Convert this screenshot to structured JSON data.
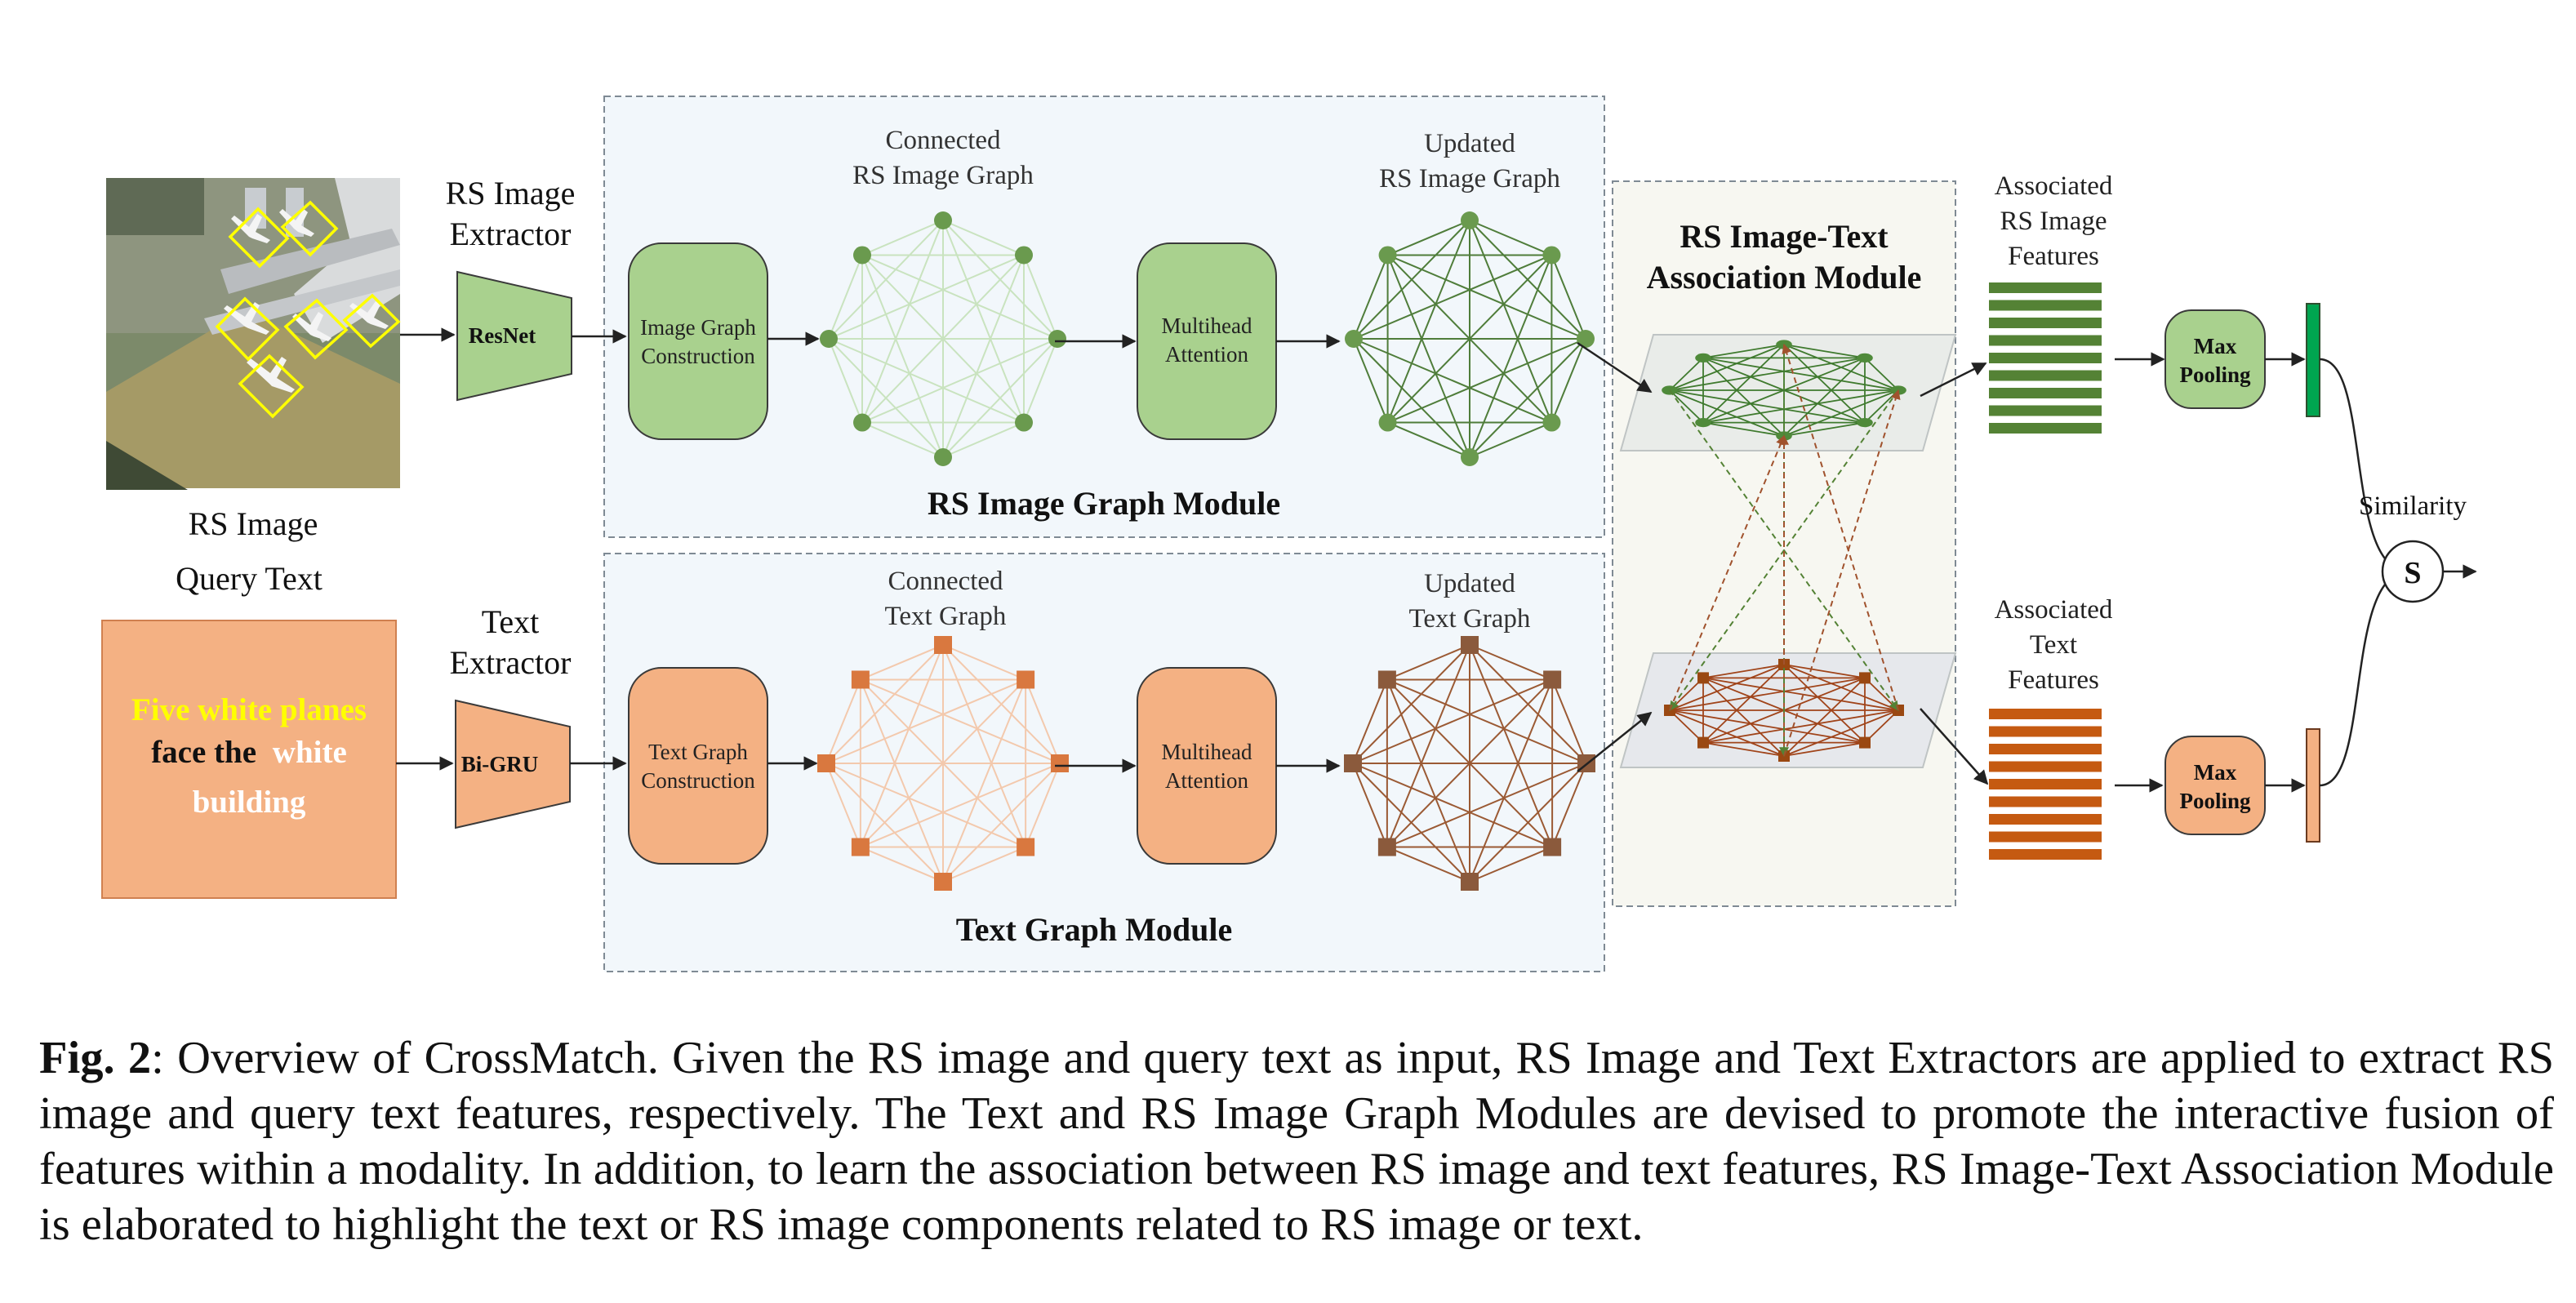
{
  "figure": {
    "rs_image": {
      "label": "RS Image",
      "thumbnail_description_icon": "aerial-airport-photo"
    },
    "query_text": {
      "label": "Query Text",
      "sentence": {
        "line1": "Five white planes",
        "line2a": "face the",
        "line2b": "white",
        "line3": "building"
      }
    },
    "image_extractor": {
      "title_line1": "RS Image",
      "title_line2": "Extractor",
      "block": "ResNet"
    },
    "text_extractor": {
      "title_line1": "Text",
      "title_line2": "Extractor",
      "block": "Bi-GRU"
    },
    "image_graph_module": {
      "title": "RS Image Graph Module",
      "construction_line1": "Image Graph",
      "construction_line2": "Construction",
      "connected_line1": "Connected",
      "connected_line2": "RS Image Graph",
      "attention_line1": "Multihead",
      "attention_line2": "Attention",
      "updated_line1": "Updated",
      "updated_line2": "RS Image Graph"
    },
    "text_graph_module": {
      "title": "Text Graph Module",
      "construction_line1": "Text Graph",
      "construction_line2": "Construction",
      "connected_line1": "Connected",
      "connected_line2": "Text Graph",
      "attention_line1": "Multihead",
      "attention_line2": "Attention",
      "updated_line1": "Updated",
      "updated_line2": "Text Graph"
    },
    "association_module": {
      "title_line1": "RS Image-Text",
      "title_line2": "Association Module"
    },
    "image_features": {
      "line1": "Associated",
      "line2": "RS Image",
      "line3": "Features"
    },
    "text_features": {
      "line1": "Associated",
      "line2": "Text",
      "line3": "Features"
    },
    "pooling": {
      "line1": "Max",
      "line2": "Pooling"
    },
    "similarity": {
      "label": "Similarity",
      "symbol": "S"
    },
    "colors": {
      "image_green": "#a9d18e",
      "image_green_dark": "#548235",
      "text_orange": "#f4b183",
      "text_orange_dark": "#c55a11",
      "text_brown": "#843c0c",
      "module_bg": "#f2f7fb",
      "assoc_bg": "#f7f7f1",
      "highlight_yellow": "#ffff00"
    }
  },
  "caption": {
    "label": "Fig. 2",
    "text": ": Overview of CrossMatch.  Given the RS image and query text as input, RS Image and Text Extractors are applied to extract RS image and query text features, respectively.  The Text and RS Image Graph Modules are devised to promote the interactive fusion of features within a modality.  In addition, to learn the association between RS image and text features, RS Image-Text Association Module is elaborated to highlight the text or RS image components related to RS image or text."
  }
}
